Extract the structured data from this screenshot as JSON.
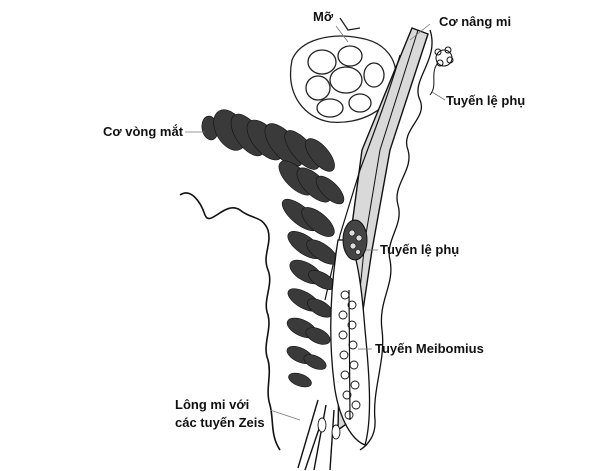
{
  "labels": {
    "fat": "Mỡ",
    "levator": "Cơ nâng mi",
    "accessory_lacrimal_top": "Tuyến lệ phụ",
    "orbicularis": "Cơ vòng mắt",
    "accessory_lacrimal_mid": "Tuyến lệ phụ",
    "meibomian": "Tuyến Meibomius",
    "lash_line1": "Lông mi với",
    "lash_line2": "các tuyến Zeis"
  },
  "colors": {
    "ink": "#111111",
    "muscle_fill": "#3a3a3a",
    "background": "#ffffff"
  }
}
